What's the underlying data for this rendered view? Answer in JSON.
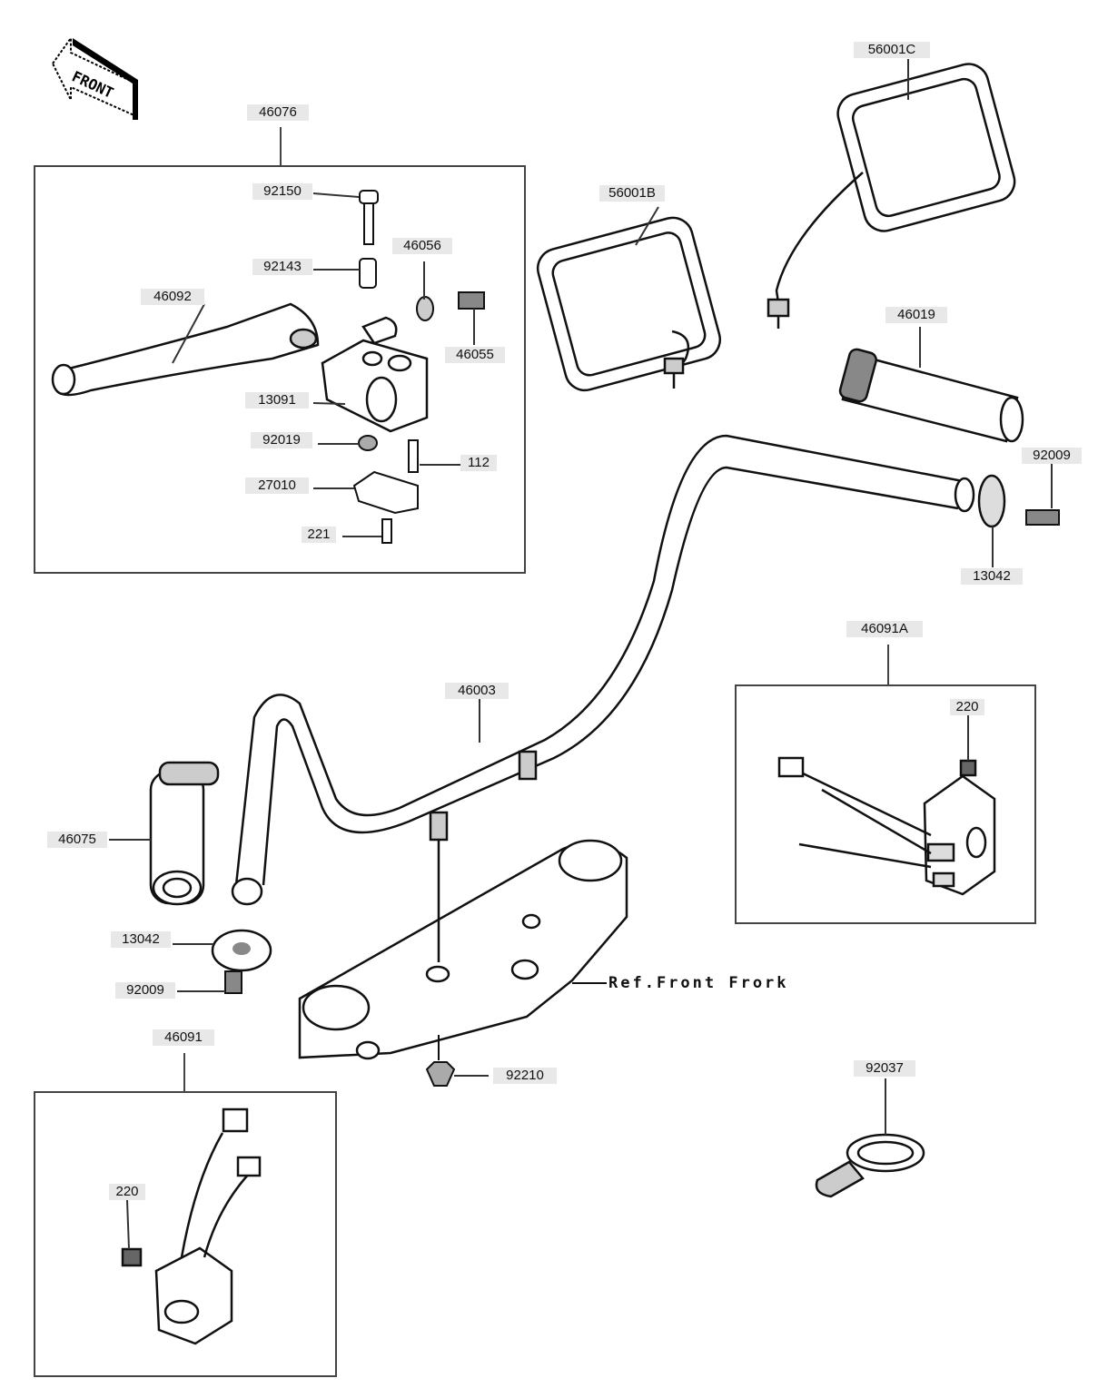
{
  "front_indicator": "FRONT",
  "reference_note": "Ref.Front Frork",
  "groups": {
    "front_lever_assy": "46076",
    "switch_right": "46091A",
    "switch_left": "46091"
  },
  "parts": {
    "p92150": "92150",
    "p92143": "92143",
    "p46056": "46056",
    "p46055": "46055",
    "p46092": "46092",
    "p13091": "13091",
    "p92019": "92019",
    "p112": "112",
    "p27010": "27010",
    "p221": "221",
    "p56001B": "56001B",
    "p56001C": "56001C",
    "p46019": "46019",
    "p92009_r": "92009",
    "p13042_r": "13042",
    "p46003": "46003",
    "p46075": "46075",
    "p13042_l": "13042",
    "p92009_l": "92009",
    "p92210": "92210",
    "p220_r": "220",
    "p220_l": "220",
    "p92037": "92037"
  }
}
